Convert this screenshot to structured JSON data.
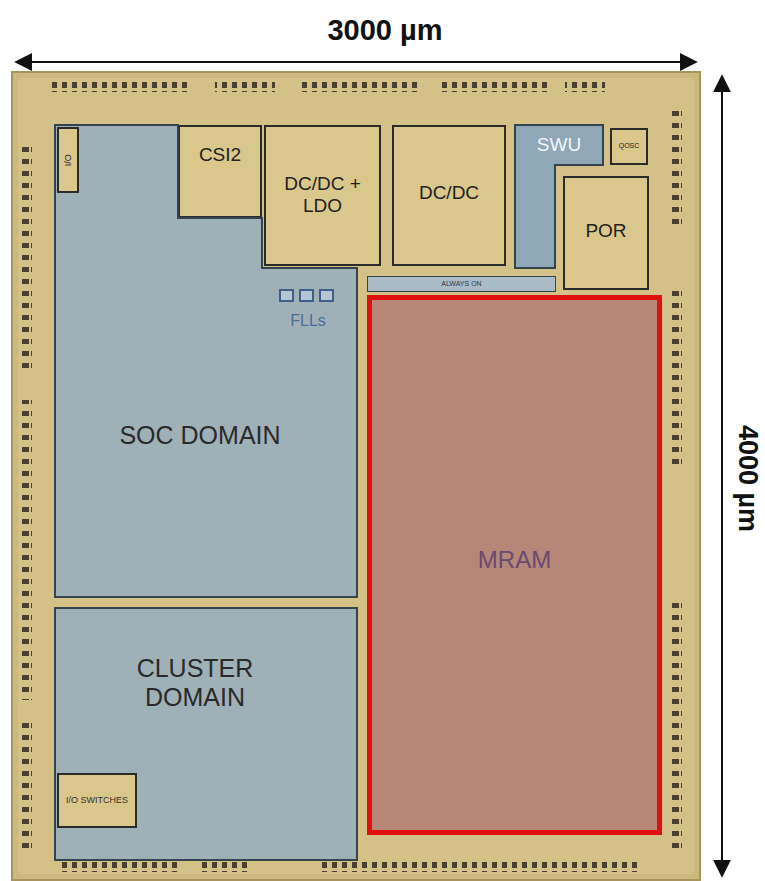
{
  "diagram": {
    "nodes": [
      {
        "text": [
          "I/O"
        ]
      },
      {
        "text": [
          "CSI2"
        ]
      },
      {
        "text": [
          "DC/DC + LDO"
        ]
      },
      {
        "text": [
          "DC/DC"
        ]
      },
      {
        "text": [
          "SWU"
        ]
      },
      {
        "text": [
          "QOSC"
        ]
      },
      {
        "text": [
          "POR"
        ]
      },
      {
        "text": [
          "SOC DOMAIN"
        ]
      },
      {
        "text": [
          "FLLs"
        ],
        "in": 7
      },
      {
        "text": [
          "ALWAYS ON"
        ]
      },
      {
        "text": [
          "MRAM"
        ]
      },
      {
        "text": [
          "CLUSTER DOMAIN"
        ]
      },
      {
        "text": [
          "I/O SWITCHES"
        ],
        "in": 11
      }
    ],
    "labels": [
      "3000 µm",
      "4000 µm"
    ]
  }
}
